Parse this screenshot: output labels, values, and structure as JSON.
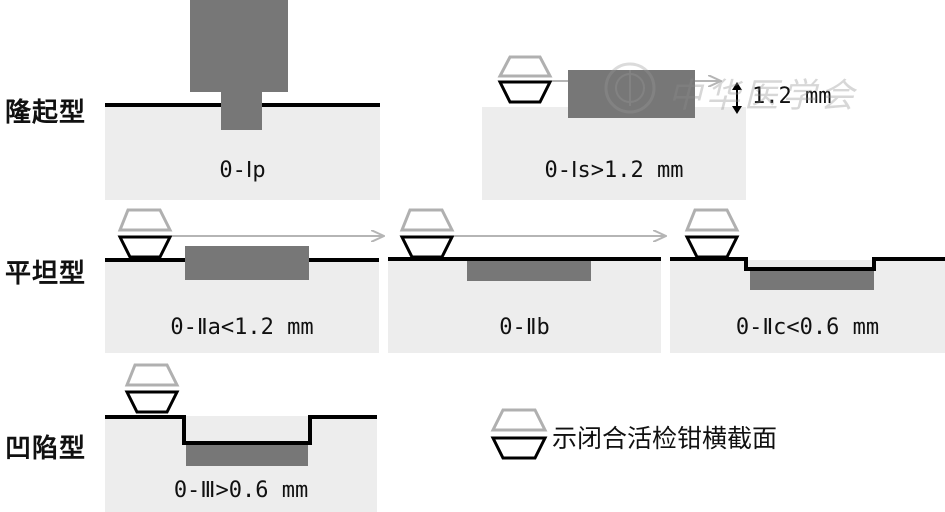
{
  "categories": {
    "protruded": "隆起型",
    "flat": "平坦型",
    "depressed": "凹陷型"
  },
  "labels": {
    "ip": "0-Ⅰp",
    "is": "0-Ⅰs>1.2 mm",
    "iia": "0-Ⅱa<1.2 mm",
    "iib": "0-Ⅱb",
    "iic": "0-Ⅱc<0.6 mm",
    "iii": "0-Ⅲ>0.6 mm"
  },
  "measure": "1.2 mm",
  "legend": "示闭合活检钳横截面",
  "watermark": "中华医学会",
  "colors": {
    "lesion": "#777777",
    "mucosa": "#ededed",
    "surface": "#000000",
    "arrow": "#b5b5b5"
  }
}
